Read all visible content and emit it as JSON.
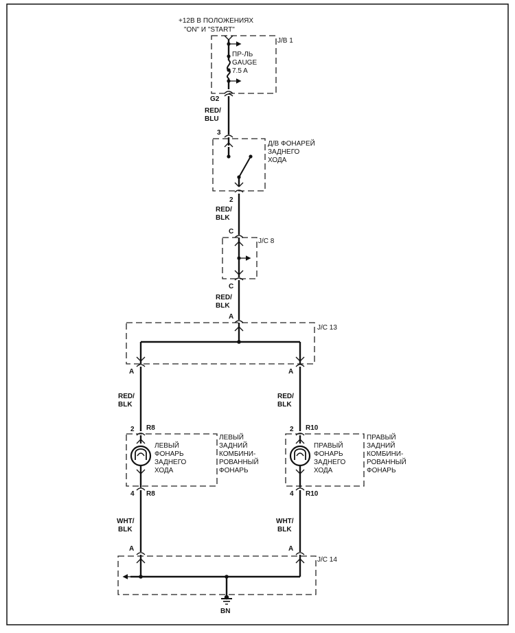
{
  "power": {
    "line1": "+12В В ПОЛОЖЕНИЯХ",
    "line2": "\"ON\" И  \"START\""
  },
  "jb1": {
    "name": "J/B 1",
    "fuse_line1": "ПР-ЛЬ",
    "fuse_line2": "GAUGE",
    "fuse_line3": "7.5 A",
    "connector": "G2"
  },
  "wires": {
    "w1_line1": "RED/",
    "w1_line2": "BLU",
    "w2_line1": "RED/",
    "w2_line2": "BLK",
    "w3_line1": "RED/",
    "w3_line2": "BLK",
    "w4_left_line1": "RED/",
    "w4_left_line2": "BLK",
    "w4_right_line1": "RED/",
    "w4_right_line2": "BLK",
    "w5_left_line1": "WHT/",
    "w5_left_line2": "BLK",
    "w5_right_line1": "WHT/",
    "w5_right_line2": "BLK"
  },
  "reverse_switch": {
    "pin_top": "3",
    "pin_bottom": "2",
    "label_line1": "Д/В ФОНАРЕЙ",
    "label_line2": "ЗАДНЕГО",
    "label_line3": "ХОДА"
  },
  "jc8": {
    "name": "J/C 8",
    "pin_top": "C",
    "pin_bottom": "C"
  },
  "jc13": {
    "name": "J/C 13",
    "pin_top": "A",
    "pin_left": "A",
    "pin_right": "A"
  },
  "lamp_left": {
    "pin_top": "2",
    "conn_top": "R8",
    "pin_bottom": "4",
    "conn_bottom": "R8",
    "inner_line1": "ЛЕВЫЙ",
    "inner_line2": "ФОНАРЬ",
    "inner_line3": "ЗАДНЕГО",
    "inner_line4": "ХОДА",
    "outer_line1": "ЛЕВЫЙ",
    "outer_line2": "ЗАДНИЙ",
    "outer_line3": "КОМБИНИ-",
    "outer_line4": "РОВАННЫЙ",
    "outer_line5": "ФОНАРЬ"
  },
  "lamp_right": {
    "pin_top": "2",
    "conn_top": "R10",
    "pin_bottom": "4",
    "conn_bottom": "R10",
    "inner_line1": "ПРАВЫЙ",
    "inner_line2": "ФОНАРЬ",
    "inner_line3": "ЗАДНЕГО",
    "inner_line4": "ХОДА",
    "outer_line1": "ПРАВЫЙ",
    "outer_line2": "ЗАДНИЙ",
    "outer_line3": "КОМБИНИ-",
    "outer_line4": "РОВАННЫЙ",
    "outer_line5": "ФОНАРЬ"
  },
  "jc14": {
    "name": "J/C 14",
    "pin_left": "A",
    "pin_right": "A"
  },
  "ground": {
    "label": "BN"
  }
}
